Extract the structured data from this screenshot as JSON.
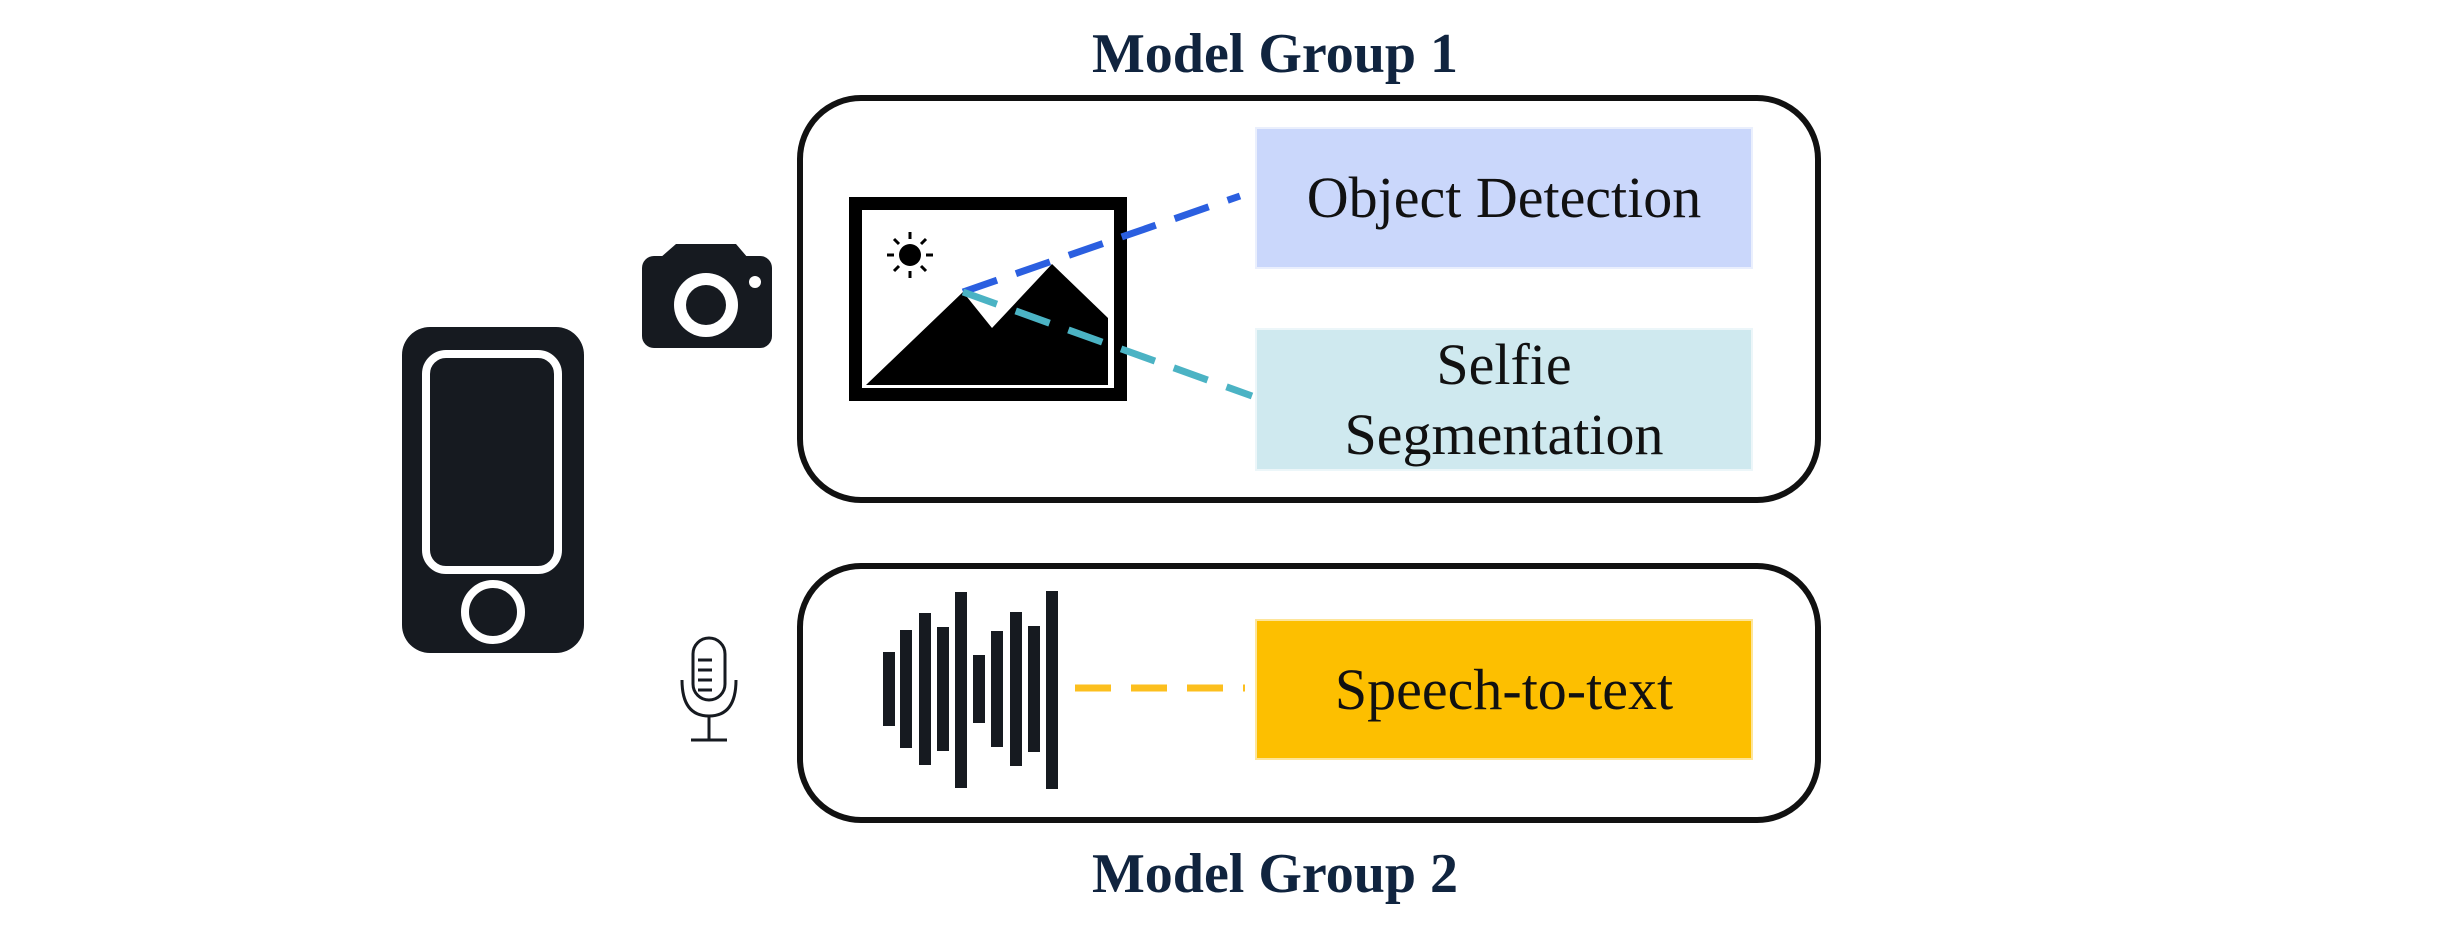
{
  "groups": {
    "group1_title": "Model Group 1",
    "group2_title": "Model Group 2"
  },
  "models": {
    "object_detection": {
      "label": "Object Detection",
      "color": "#cad7fb",
      "line_color": "#2b5fe0"
    },
    "selfie_segmentation": {
      "line1": "Selfie",
      "line2": "Segmentation",
      "color": "#cfe9ef",
      "line_color": "#4bb3c4"
    },
    "speech_to_text": {
      "label": "Speech-to-text",
      "color": "#fdbf00",
      "line_color": "#fcbf1e"
    }
  },
  "icons": {
    "phone": "phone-icon",
    "camera": "camera-icon",
    "microphone": "microphone-icon",
    "image": "image-icon",
    "waveform": "audio-waveform-icon"
  }
}
